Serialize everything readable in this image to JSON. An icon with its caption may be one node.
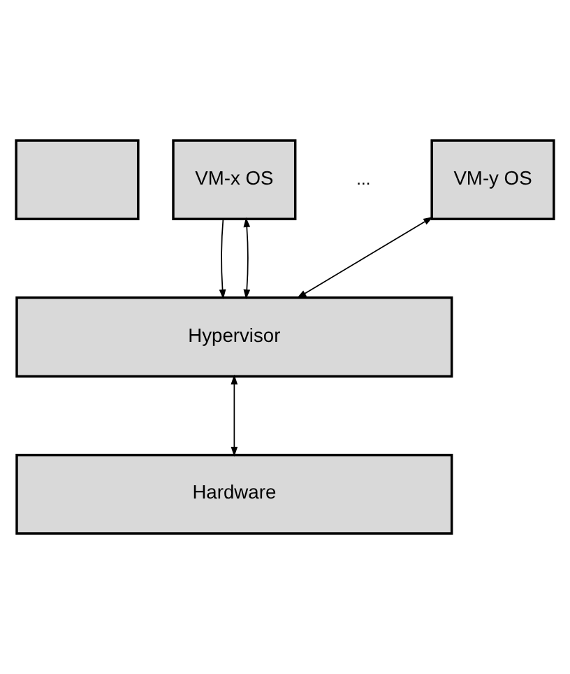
{
  "diagram": {
    "nodes": [
      {
        "text": [],
        "shape": "box"
      },
      {
        "text": [
          "VM-x OS"
        ]
      },
      {
        "text": [
          "VM-y OS"
        ]
      },
      {
        "text": [
          "Hypervisor"
        ]
      },
      {
        "text": [
          "Hardware"
        ]
      }
    ],
    "edges": [
      {
        "from": 1,
        "to": 3,
        "arrow": "to"
      },
      {
        "from": 1,
        "to": 3,
        "arrow": "both"
      },
      {
        "from": 2,
        "to": 3,
        "arrow": "both"
      },
      {
        "from": 3,
        "to": 4,
        "arrow": "both"
      }
    ],
    "labels": [
      "..."
    ]
  }
}
